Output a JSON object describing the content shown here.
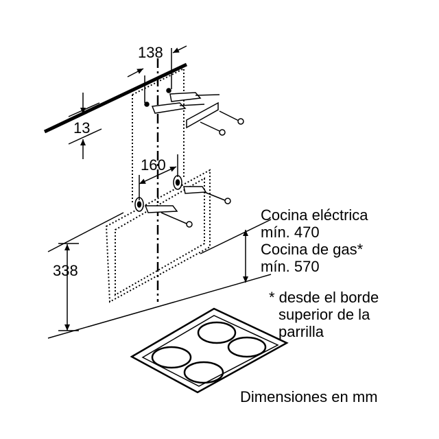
{
  "dimensions": {
    "top_width": "138",
    "ceiling_offset": "13",
    "bracket_spacing": "160",
    "hood_height": "338"
  },
  "notes": {
    "electric_title": "Cocina eléctrica",
    "electric_min": "mín. 470",
    "gas_title": "Cocina de gas*",
    "gas_min": "mín. 570",
    "footnote_line1": "* desde el borde",
    "footnote_line2": "superior de la",
    "footnote_line3": "parrilla",
    "units": "Dimensiones en mm"
  },
  "colors": {
    "line": "#000000",
    "background": "#ffffff"
  }
}
